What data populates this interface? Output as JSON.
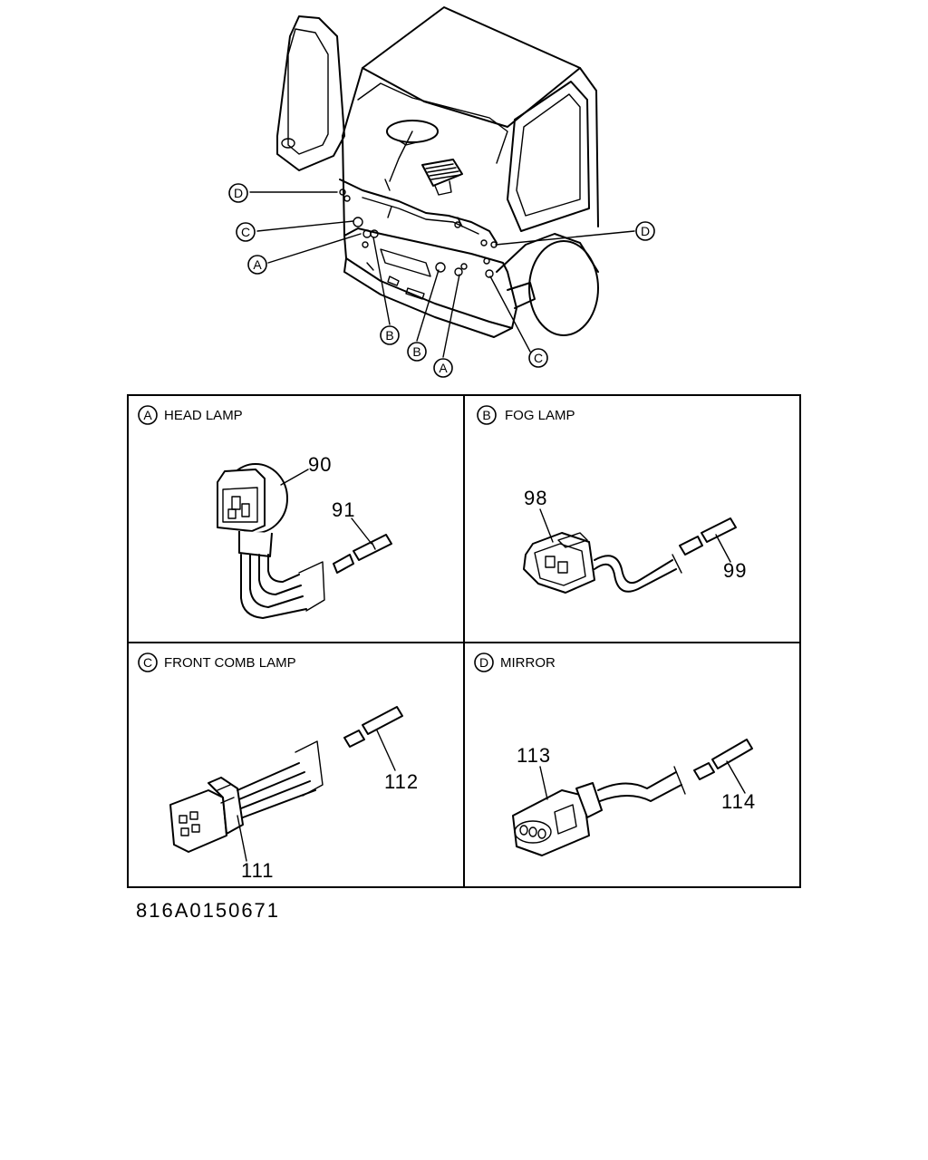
{
  "overview": {
    "callouts": {
      "d_left": "D",
      "c_left": "C",
      "a_left": "A",
      "b_low1": "B",
      "b_low2": "B",
      "a_low": "A",
      "d_right": "D",
      "c_right": "C"
    }
  },
  "panels": {
    "head_lamp": {
      "letter": "A",
      "title": "HEAD LAMP",
      "part1": "90",
      "part2": "91"
    },
    "fog_lamp": {
      "letter": "B",
      "title": "FOG LAMP",
      "part1": "98",
      "part2": "99"
    },
    "front_comb_lamp": {
      "letter": "C",
      "title": "FRONT COMB LAMP",
      "part1": "111",
      "part2": "112"
    },
    "mirror": {
      "letter": "D",
      "title": "MIRROR",
      "part1": "113",
      "part2": "114"
    }
  },
  "diagram_code": "816A0150671"
}
